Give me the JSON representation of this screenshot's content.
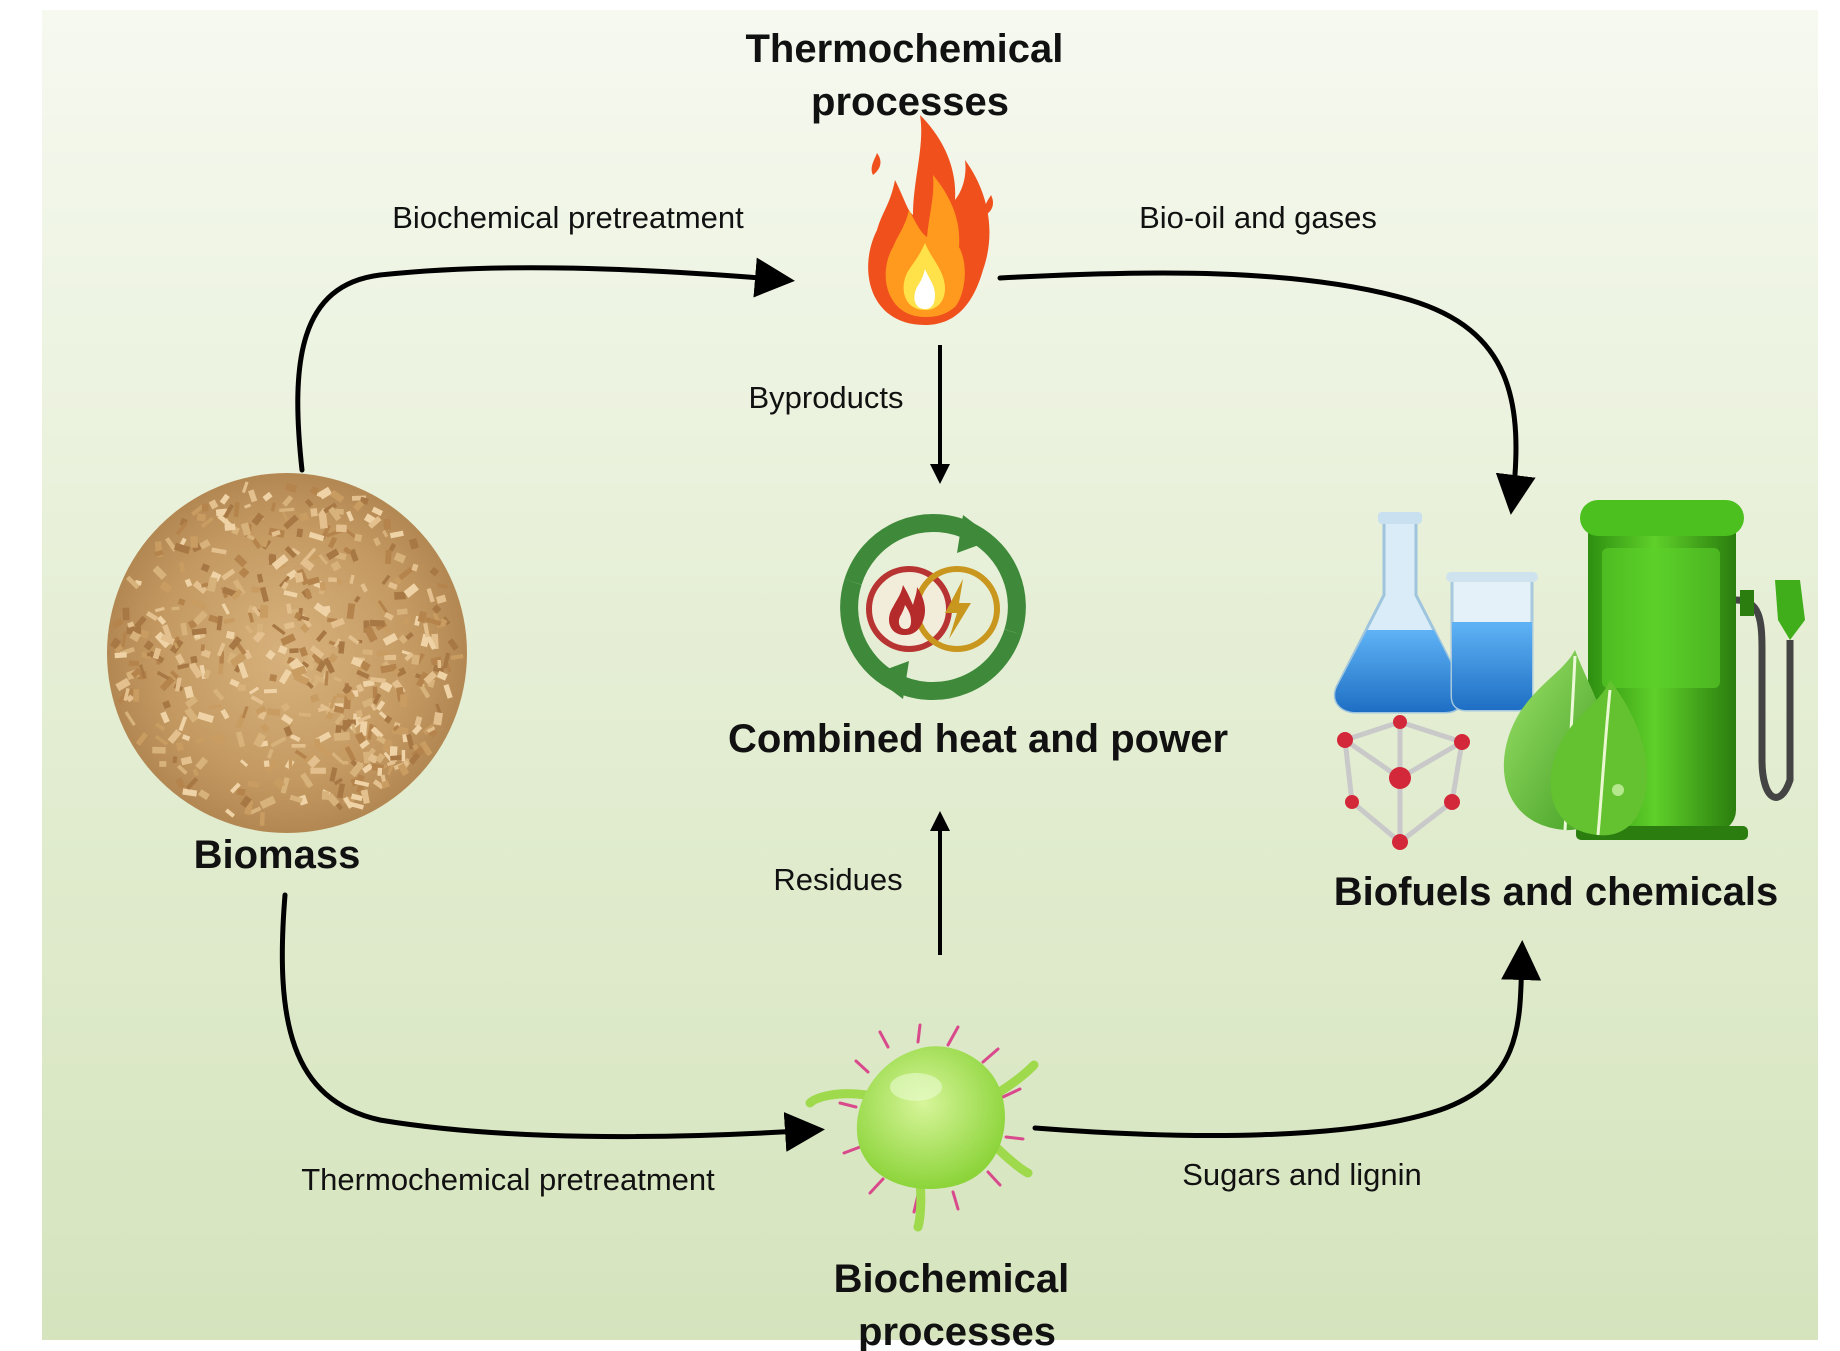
{
  "nodes": {
    "thermochemical": {
      "line1": "Thermochemical",
      "line2": "processes"
    },
    "biomass": {
      "label": "Biomass"
    },
    "chp": {
      "label": "Combined heat and power"
    },
    "biofuels": {
      "label": "Biofuels and chemicals"
    },
    "biochemical": {
      "line1": "Biochemical",
      "line2": "processes"
    }
  },
  "edges": {
    "biomass_to_thermo": "Biochemical pretreatment",
    "thermo_to_biofuels": "Bio-oil and gases",
    "thermo_to_chp": "Byproducts",
    "biochem_to_chp": "Residues",
    "biomass_to_biochem": "Thermochemical pretreatment",
    "biochem_to_biofuels": "Sugars and lignin"
  },
  "icons": {
    "thermochemical": "flame-icon",
    "chp": "combined-heat-power-icon",
    "biomass": "wood-chips-icon",
    "biofuels": [
      "flask-icon",
      "beaker-icon",
      "molecule-icon",
      "leaf-icon",
      "fuel-pump-icon"
    ],
    "biochemical": "microbe-icon"
  },
  "colors": {
    "background_top": "#f6f9f0",
    "background_bottom": "#d5e4bd",
    "arrow": "#000000",
    "chp_ring": "#3f8a3a",
    "heat": "#b52a2a",
    "power": "#c9961e",
    "fuel_pump": "#3fae1a",
    "liquid": "#2f8fe0"
  }
}
